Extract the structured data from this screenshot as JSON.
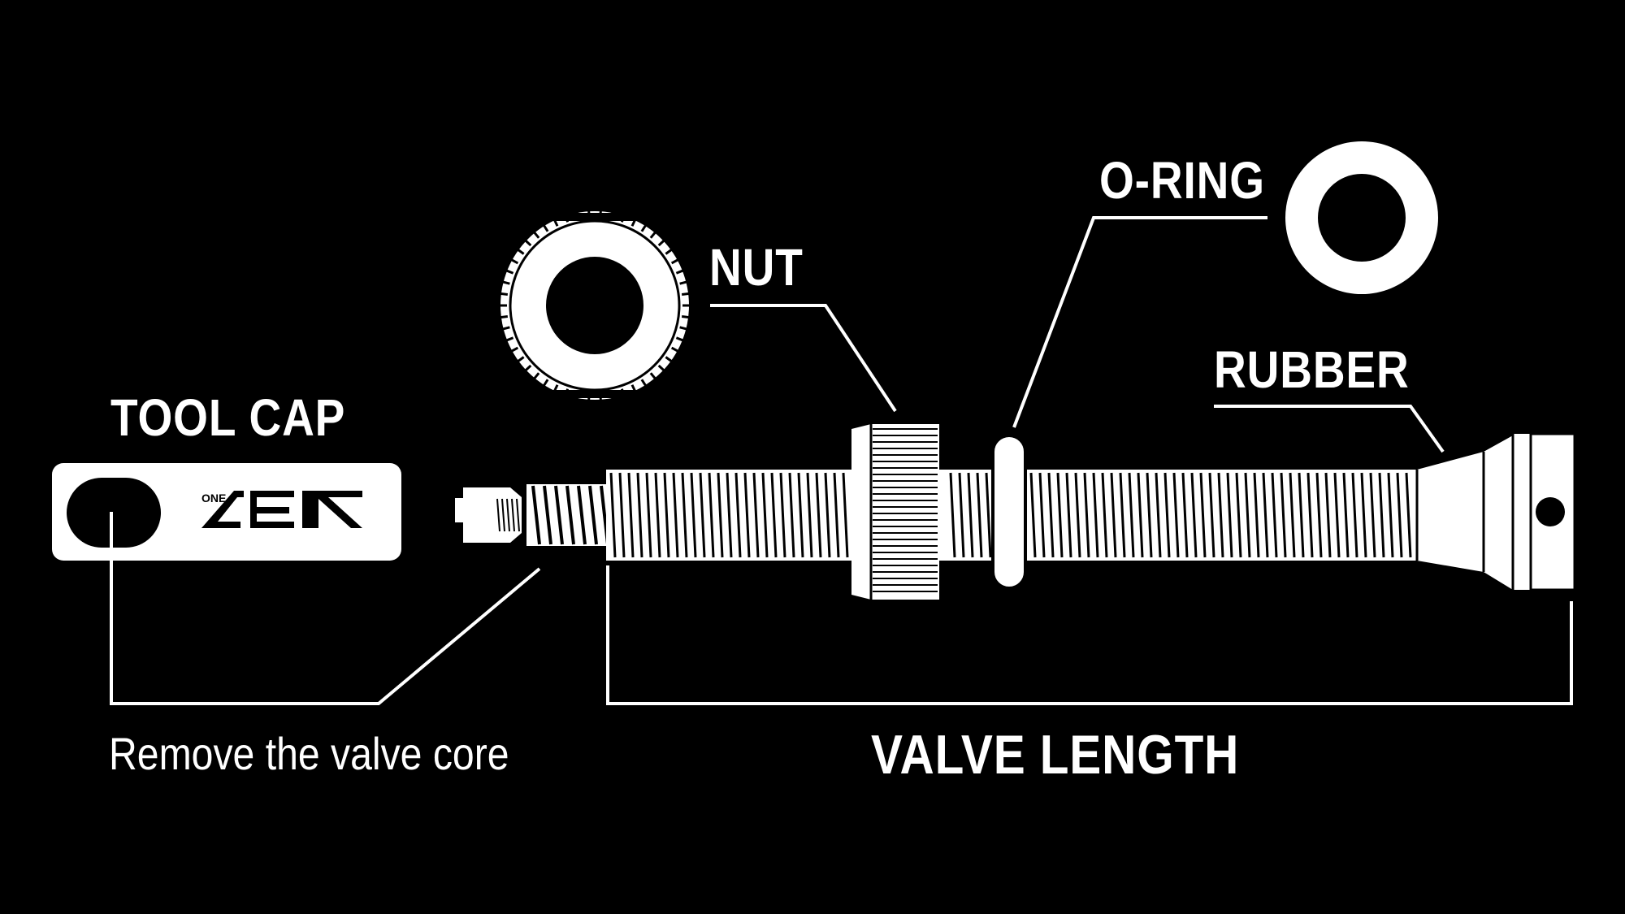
{
  "labels": {
    "tool_cap": "TOOL CAP",
    "nut": "NUT",
    "o_ring": "O-RING",
    "rubber": "RUBBER",
    "valve_length": "VALVE LENGTH"
  },
  "notes": {
    "remove_core": "Remove the valve core"
  },
  "logo": {
    "text": "ONE AER"
  },
  "colors": {
    "background": "#000000",
    "foreground": "#ffffff"
  }
}
